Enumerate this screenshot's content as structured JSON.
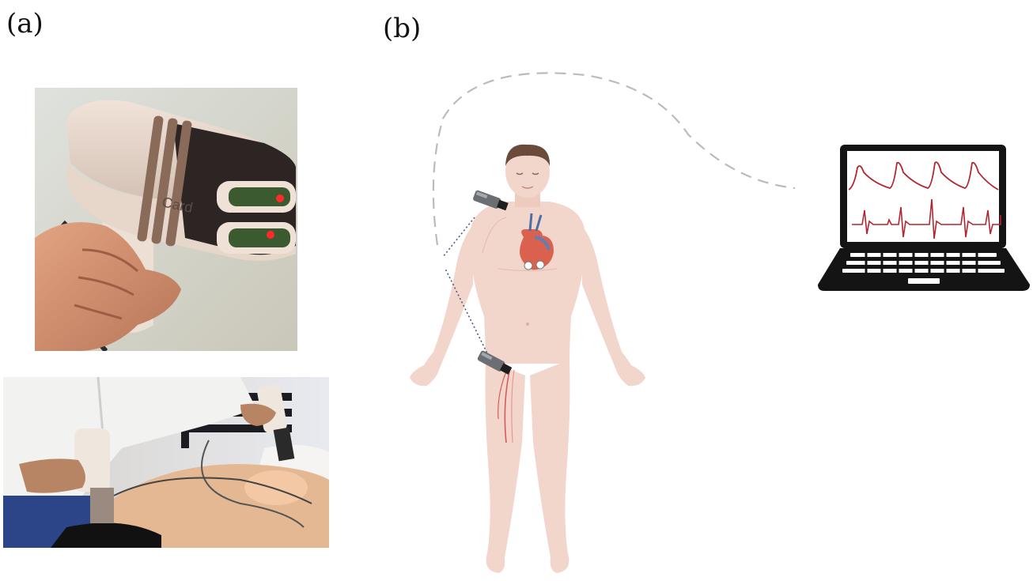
{
  "panels": {
    "a": {
      "label": "(a)"
    },
    "b": {
      "label": "(b)"
    }
  },
  "device": {
    "brand_text": "Card"
  },
  "icons": {
    "device_photo": "handheld-laser-probe-photo",
    "procedure_photo": "clinician-measurement-photo",
    "human_figure": "human-body-icon",
    "heart": "heart-icon",
    "laptop": "laptop-icon",
    "probe": "probe-icon"
  },
  "colors": {
    "signal_red": "#b3262f",
    "skin": "#f2d6cc",
    "dashed_cable": "#bbbbbb",
    "dotted_beam": "#4d5a80"
  }
}
